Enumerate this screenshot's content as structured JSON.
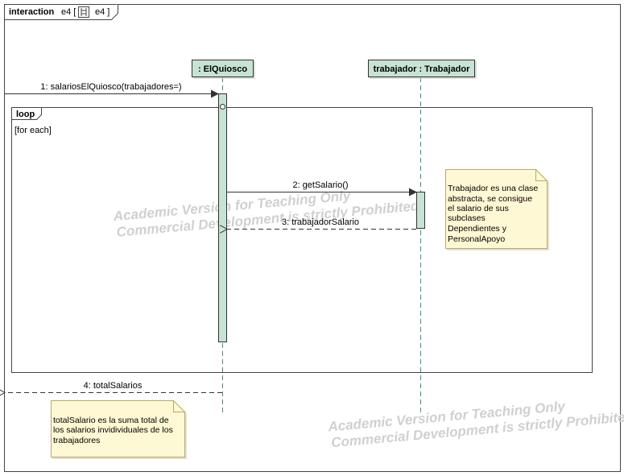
{
  "frame": {
    "keyword": "interaction",
    "name_prefix": "e4 [",
    "name_suffix": "e4 ]",
    "icon": "interaction-diagram-icon"
  },
  "lifelines": [
    {
      "label": ": ElQuiosco"
    },
    {
      "label": "trabajador : Trabajador"
    }
  ],
  "messages": [
    {
      "label": "1:  salariosElQuiosco(trabajadores=)"
    },
    {
      "label": "2:  getSalario()"
    },
    {
      "label": "3:  trabajadorSalario"
    },
    {
      "label": "4:  totalSalarios"
    }
  ],
  "fragment": {
    "operator": "loop",
    "guard": "[for each]"
  },
  "notes": [
    {
      "lines": [
        "Trabajador es una clase",
        "abstracta, se consigue",
        "el salario de sus",
        "subclases",
        "Dependientes y",
        "PersonalApoyo"
      ]
    },
    {
      "lines": [
        "totalSalario es la suma total de",
        "los salarios invidividuales de los",
        "trabajadores"
      ]
    }
  ],
  "watermark": {
    "line1": "Academic Version for Teaching Only",
    "line2": "Commercial Development is strictly Prohibited",
    "line3": "Academic Version for Teaching Only",
    "line4": "Commercial Development is strictly Prohibite"
  },
  "colors": {
    "lifeline_head": "#c6e3d3",
    "activation": "#c6e3d3",
    "note_fill": "#fff8d4",
    "border": "#000000",
    "watermark": "#d0d0d0"
  }
}
